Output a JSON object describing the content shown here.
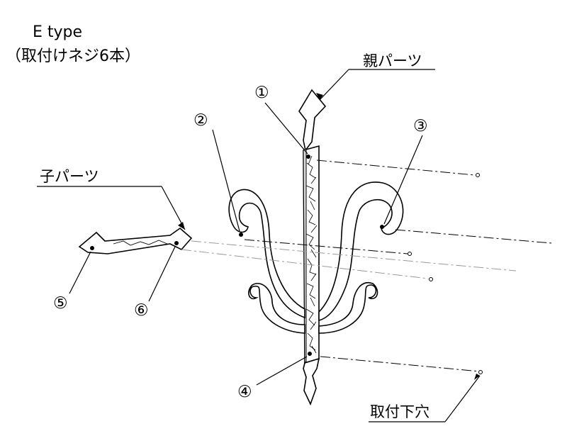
{
  "title": {
    "line1": "E type",
    "line2": "（取付けネジ6本）"
  },
  "labels": {
    "parent_part": "親パーツ",
    "child_part": "子パーツ",
    "mounting_hole": "取付下穴"
  },
  "callouts": [
    "①",
    "②",
    "③",
    "④",
    "⑤",
    "⑥"
  ]
}
